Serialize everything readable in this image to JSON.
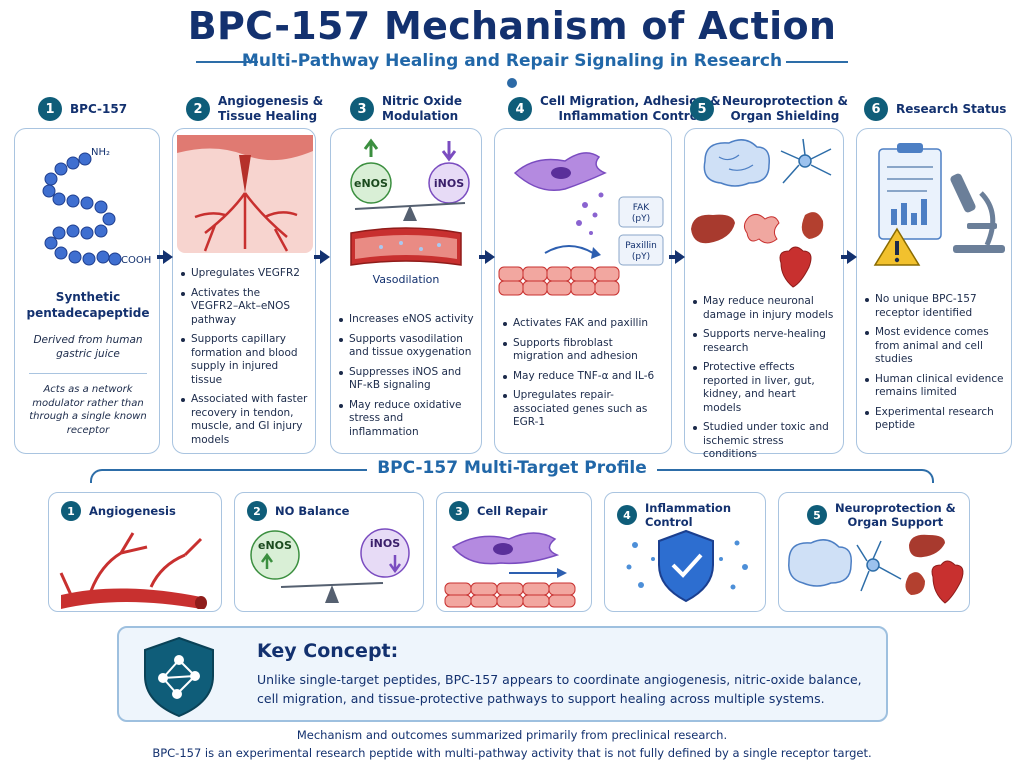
{
  "title": "BPC-157 Mechanism of Action",
  "subtitle": "Multi-Pathway Healing and Repair Signaling in Research",
  "steps": [
    {
      "num": "1",
      "label": "BPC-157"
    },
    {
      "num": "2",
      "label_l1": "Angiogenesis &",
      "label_l2": "Tissue Healing"
    },
    {
      "num": "3",
      "label_l1": "Nitric Oxide",
      "label_l2": "Modulation"
    },
    {
      "num": "4",
      "label_l1": "Cell Migration, Adhesion &",
      "label_l2": "Inflammation Control"
    },
    {
      "num": "5",
      "label_l1": "Neuroprotection &",
      "label_l2": "Organ Shielding"
    },
    {
      "num": "6",
      "label": "Research Status"
    }
  ],
  "panel1": {
    "nh2": "NH₂",
    "cooh": "COOH",
    "name_l1": "Synthetic",
    "name_l2": "pentadecapeptide",
    "origin_l1": "Derived from human",
    "origin_l2": "gastric juice",
    "note_l1": "Acts as a network",
    "note_l2": "modulator rather than",
    "note_l3": "through a single known",
    "note_l4": "receptor"
  },
  "panel2": {
    "bullets": [
      "Upregulates VEGFR2",
      "Activates the VEGFR2–Akt–eNOS pathway",
      "Supports capillary formation and blood supply in injured tissue",
      "Associated with faster recovery in tendon, muscle, and GI injury models"
    ]
  },
  "panel3": {
    "enos": "eNOS",
    "inos": "iNOS",
    "vasodilation": "Vasodilation",
    "bullets": [
      "Increases eNOS activity",
      "Supports vasodilation and tissue oxygenation",
      "Suppresses iNOS and NF-κB signaling",
      "May reduce oxidative stress and inflammation"
    ]
  },
  "panel4": {
    "fak_l1": "FAK",
    "fak_l2": "(pY)",
    "paxillin_l1": "Paxillin",
    "paxillin_l2": "(pY)",
    "bullets": [
      "Activates FAK and paxillin",
      "Supports fibroblast migration and adhesion",
      "May reduce TNF-α and IL-6",
      "Upregulates repair-associated genes such as EGR-1"
    ]
  },
  "panel5": {
    "bullets": [
      "May reduce neuronal damage in injury models",
      "Supports nerve-healing research",
      "Protective effects reported in liver, gut, kidney, and heart models",
      "Studied under toxic and ischemic stress conditions"
    ]
  },
  "panel6": {
    "bullets": [
      "No unique BPC-157 receptor identified",
      "Most evidence comes from animal and cell studies",
      "Human clinical evidence remains limited",
      "Experimental research peptide"
    ]
  },
  "profile_title": "BPC-157 Multi-Target Profile",
  "profile": [
    {
      "num": "1",
      "label": "Angiogenesis"
    },
    {
      "num": "2",
      "label": "NO Balance",
      "enos": "eNOS",
      "inos": "iNOS"
    },
    {
      "num": "3",
      "label": "Cell Repair"
    },
    {
      "num": "4",
      "label": "Inflammation Control"
    },
    {
      "num": "5",
      "label_l1": "Neuroprotection &",
      "label_l2": "Organ Support"
    }
  ],
  "key_concept": {
    "title": "Key Concept:",
    "text_l1": "Unlike single-target peptides, BPC-157 appears to coordinate angiogenesis, nitric-oxide balance,",
    "text_l2": "cell migration, and tissue-protective pathways to support healing across multiple systems."
  },
  "footer": {
    "line1": "Mechanism and outcomes summarized primarily from preclinical research.",
    "line2": "BPC-157 is an experimental research peptide with multi-pathway activity that is not fully defined by a single receptor target."
  },
  "colors": {
    "navy": "#13316f",
    "accent_blue": "#2167a8",
    "teal_badge": "#0f5d79",
    "panel_border": "#a9c4e0",
    "tissue_red": "#c8302f",
    "enos_green": "#3b8f3f",
    "inos_purple": "#7a4cc0"
  }
}
